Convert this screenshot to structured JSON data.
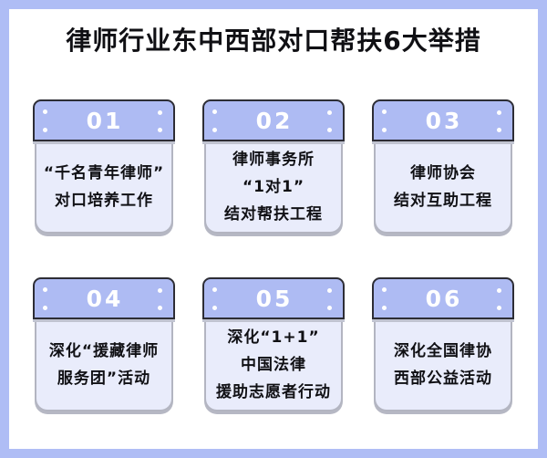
{
  "theme": {
    "frame_border": "#afbdf5",
    "card_header_bg": "#aebbf3",
    "card_body_bg": "#e9ecfb",
    "number_color": "#ffffff",
    "text_color": "#101014"
  },
  "page": {
    "title": "律师行业东中西部对口帮扶6大举措"
  },
  "cards": [
    {
      "number": "01",
      "lines": [
        "“千名青年律师”",
        "对口培养工作"
      ]
    },
    {
      "number": "02",
      "lines": [
        "律师事务所",
        "“1对1”",
        "结对帮扶工程"
      ]
    },
    {
      "number": "03",
      "lines": [
        "律师协会",
        "结对互助工程"
      ]
    },
    {
      "number": "04",
      "lines": [
        "深化“援藏律师",
        "服务团”活动"
      ]
    },
    {
      "number": "05",
      "lines": [
        "深化“1+1”",
        "中国法律",
        "援助志愿者行动"
      ]
    },
    {
      "number": "06",
      "lines": [
        "深化全国律协",
        "西部公益活动"
      ]
    }
  ]
}
